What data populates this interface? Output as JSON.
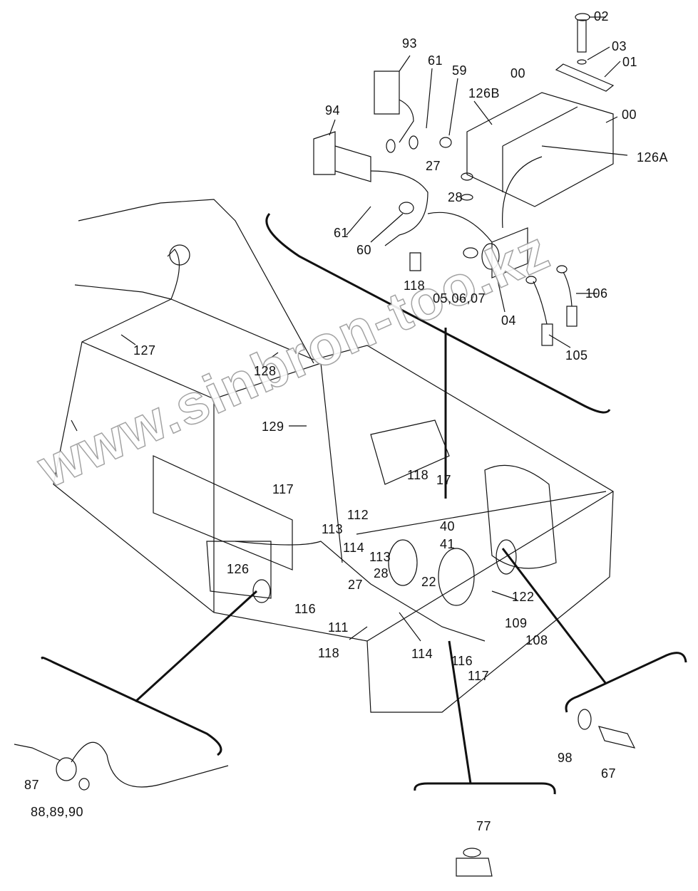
{
  "watermark": "www.sinbron-too.kz",
  "labels": [
    "02",
    "03",
    "01",
    "00",
    "00",
    "126A",
    "126B",
    "93",
    "61",
    "59",
    "94",
    "27",
    "28",
    "61",
    "60",
    "118",
    "05,06,07",
    "04",
    "106",
    "105",
    "127",
    "128",
    "129",
    "117",
    "118",
    "17",
    "112",
    "113",
    "40",
    "41",
    "114",
    "113",
    "28",
    "22",
    "27",
    "122",
    "126",
    "116",
    "111",
    "109",
    "108",
    "118",
    "114",
    "116",
    "117",
    "98",
    "67",
    "87",
    "88,89,90",
    "77"
  ],
  "colors": {
    "line": "#111111",
    "watermark": "#9a9a9a"
  }
}
